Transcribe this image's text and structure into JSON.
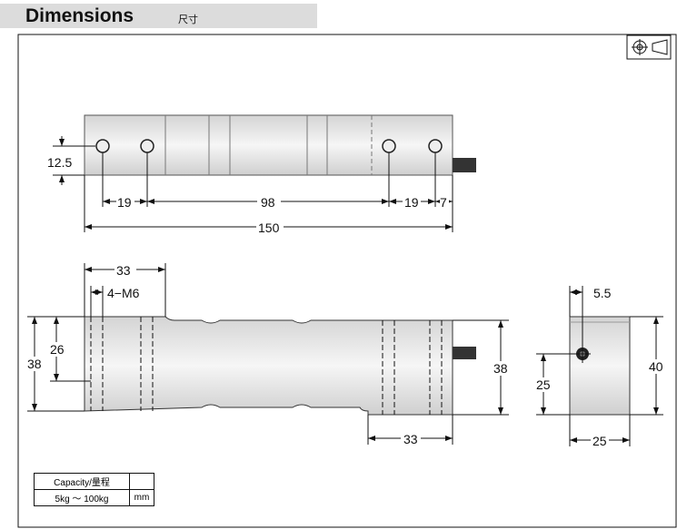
{
  "header": {
    "title": "Dimensions",
    "subtitle": "尺寸"
  },
  "top_view": {
    "dim_height": "12.5",
    "dim_a": "19",
    "dim_b": "98",
    "dim_c": "19",
    "dim_d": "7",
    "dim_total": "150"
  },
  "side_view": {
    "dim_block": "33",
    "dim_thread": "4−M6",
    "dim_height_left": "38",
    "dim_hole_depth": "26",
    "dim_height_right": "38",
    "dim_block_right": "33"
  },
  "end_view": {
    "dim_offset": "5.5",
    "dim_hole_height": "25",
    "dim_height": "40",
    "dim_width": "25"
  },
  "spec_table": {
    "header": "Capacity/量程",
    "header_unit": "",
    "range": "5kg ～ 100kg",
    "unit": "mm"
  }
}
